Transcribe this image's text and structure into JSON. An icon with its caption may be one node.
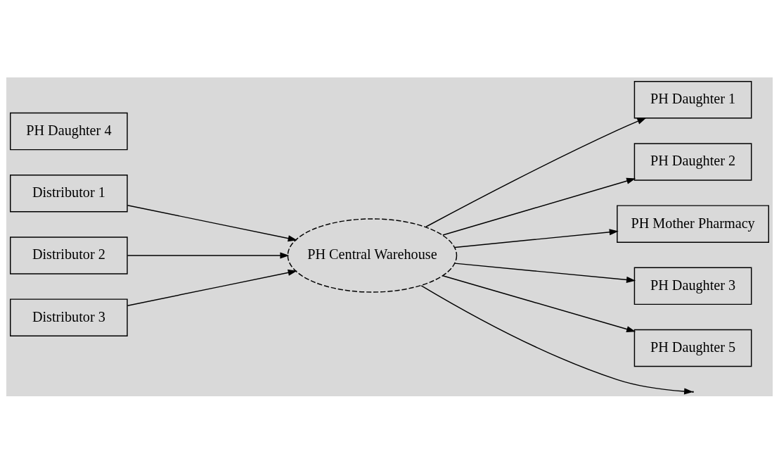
{
  "diagram": {
    "nodes": [
      {
        "text": [
          "Distributor 1"
        ]
      },
      {
        "text": [
          "Distributor 2"
        ]
      },
      {
        "text": [
          "Distributor 3"
        ]
      },
      {
        "text": [
          "PH Central Warehouse"
        ]
      },
      {
        "text": [
          "PH Daughter 1"
        ]
      },
      {
        "text": [
          "PH Daughter 2"
        ]
      },
      {
        "text": [
          "PH Mother Pharmacy"
        ]
      },
      {
        "text": [
          "PH Daughter 3"
        ]
      },
      {
        "text": [
          "PH Daughter 4"
        ]
      },
      {
        "text": [
          "PH Daughter 5"
        ]
      }
    ],
    "edges": [
      {
        "from": 0,
        "to": 3,
        "arrow": "to"
      },
      {
        "from": 1,
        "to": 3,
        "arrow": "to"
      },
      {
        "from": 2,
        "to": 3,
        "arrow": "to"
      },
      {
        "from": 3,
        "to": 4,
        "arrow": "to"
      },
      {
        "from": 3,
        "to": 5,
        "arrow": "to"
      },
      {
        "from": 3,
        "to": 6,
        "arrow": "to"
      },
      {
        "from": 3,
        "to": 7,
        "arrow": "to"
      },
      {
        "from": 3,
        "to": null,
        "arrow": "to"
      },
      {
        "from": 3,
        "to": 9,
        "arrow": "to"
      }
    ]
  }
}
